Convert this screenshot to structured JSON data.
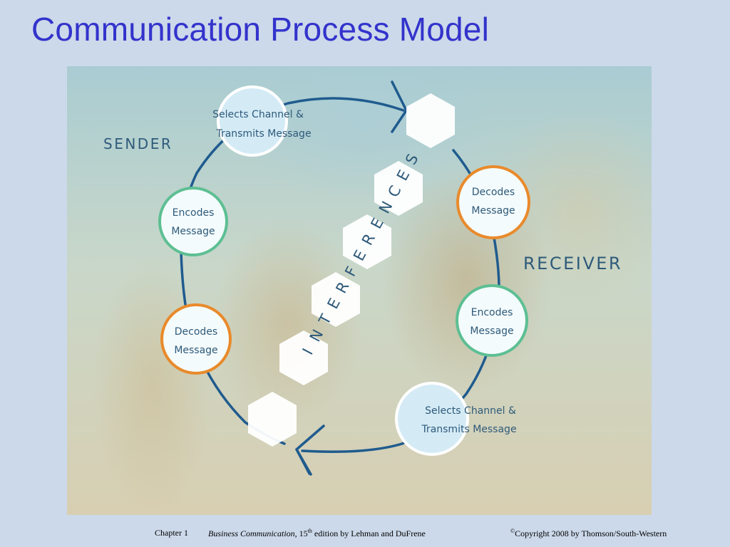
{
  "title": "Communication Process Model",
  "sender_label": "SENDER",
  "receiver_label": "RECEIVER",
  "interferences_label": "INTERFERENCES",
  "sender_nodes": {
    "selects": [
      "Selects Channel &",
      "Transmits Message"
    ],
    "encodes": [
      "Encodes",
      "Message"
    ],
    "decodes": [
      "Decodes",
      "Message"
    ]
  },
  "receiver_nodes": {
    "decodes": [
      "Decodes",
      "Message"
    ],
    "encodes": [
      "Encodes",
      "Message"
    ],
    "selects": [
      "Selects Channel &",
      "Transmits Message"
    ]
  },
  "footer": {
    "chapter": "Chapter 1",
    "book_title": "Business Communication",
    "edition_prefix": ", 15",
    "edition_sup": "th",
    "edition_suffix": " edition by Lehman and DuFrene",
    "copyright_symbol": "©",
    "copyright": "Copyright 2008 by Thomson/South-Western"
  },
  "colors": {
    "title": "#3333cc",
    "line": "#1f5b8e",
    "node_fill_light": "#d4ebf6",
    "node_fill_white": "#f4fbfc",
    "encode_ring": "#5dbf93",
    "decode_ring": "#e98a2b",
    "label_text": "#2e5a7a"
  }
}
